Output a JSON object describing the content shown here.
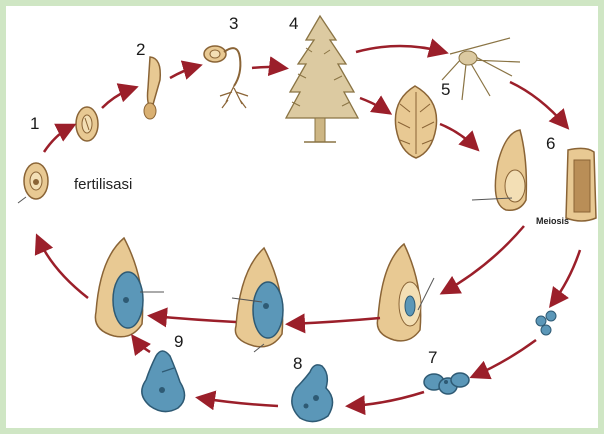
{
  "labels": {
    "fertilization": "fertilisasi",
    "meiosis": "Meiosis"
  },
  "stages": [
    "1",
    "2",
    "3",
    "4",
    "5",
    "6",
    "7",
    "8",
    "9"
  ],
  "colors": {
    "frame": "#cfe6c4",
    "tan_fill": "#e8c993",
    "tan_stroke": "#8a6436",
    "blue_fill": "#5b97b8",
    "blue_stroke": "#2e5a74",
    "arrow": "#9b1f2a",
    "tree": "#d9c8a0"
  }
}
